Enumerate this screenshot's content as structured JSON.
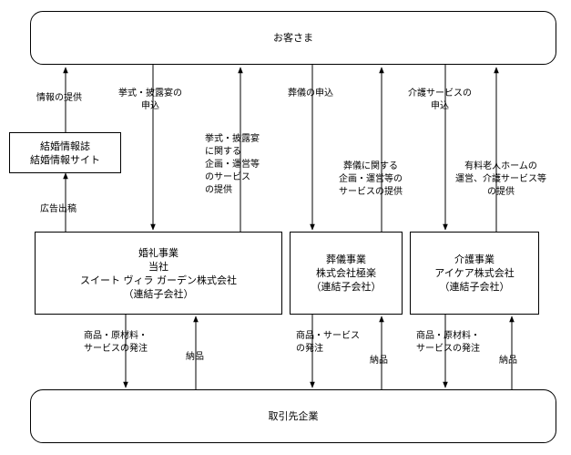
{
  "customers": "お客さま",
  "suppliers": "取引先企業",
  "media_box": [
    "結婚情報誌",
    "結婚情報サイト"
  ],
  "wedding_box": [
    "婚礼事業",
    "当社",
    "スイート ヴィラ ガーデン株式会社",
    "（連結子会社）"
  ],
  "funeral_box": [
    "葬儀事業",
    "株式会社極楽",
    "（連結子会社）"
  ],
  "care_box": [
    "介護事業",
    "アイケア株式会社",
    "（連結子会社）"
  ],
  "labels": {
    "info_provision": "情報の提供",
    "ad_placement": "広告出稿",
    "wedding_request": [
      "挙式・披露宴の",
      "申込"
    ],
    "wedding_service": [
      "挙式・披露宴",
      "に関する",
      "企画・運営等",
      "のサービス",
      "の提供"
    ],
    "funeral_request": "葬儀の申込",
    "funeral_service": [
      "葬儀に関する",
      "企画・運営等の",
      "サービスの提供"
    ],
    "care_request": [
      "介護サービスの",
      "申込"
    ],
    "care_service": [
      "有料老人ホームの",
      "運営、介護サービス等",
      "の提供"
    ],
    "wedding_order": [
      "商品・原材料・",
      "サービスの発注"
    ],
    "wedding_delivery": "納品",
    "funeral_order": [
      "商品・サービス",
      "の発注"
    ],
    "funeral_delivery": "納品",
    "care_order": [
      "商品・原材料・",
      "サービスの発注"
    ],
    "care_delivery": "納品"
  }
}
